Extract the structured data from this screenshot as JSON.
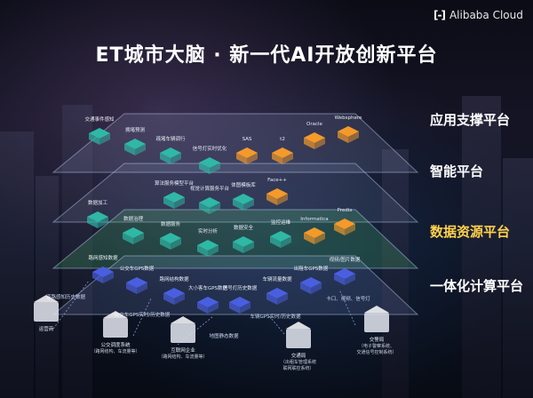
{
  "brand": {
    "logo_glyph": "[-]",
    "name": "Alibaba Cloud"
  },
  "title": "ET城市大脑 · 新一代AI开放创新平台",
  "layers": [
    {
      "label": "应用支撑平台",
      "highlight": false
    },
    {
      "label": "智能平台",
      "highlight": false
    },
    {
      "label": "数据资源平台",
      "highlight": true
    },
    {
      "label": "一体化计算平台",
      "highlight": false
    }
  ],
  "nodes": {
    "app": [
      "交通事件感知",
      "拥堵预测",
      "疏堵车辆调行",
      "信号灯实时优化",
      "SAS",
      "t2",
      "Oracle",
      "Websphere"
    ],
    "ai": [
      "算法服务模型平台",
      "视觉计算服务平台",
      "体图模板库",
      "Face++"
    ],
    "data": [
      "数据加工",
      "数据治理",
      "数据服务",
      "实时分析",
      "数据安全",
      "监控运维",
      "Informatica",
      "Predix"
    ],
    "compute": [
      "路网感知数据",
      "公交车GPS数据",
      "路网结构数据",
      "大小客车GPS数据",
      "信号灯历史数据",
      "车辆流量数据",
      "出租车GPS数据",
      "视频/图片数据"
    ]
  },
  "flows": [
    "道路感知历史数据",
    "公交车GPS实时/历史数据",
    "地图静态数据",
    "车辆GPS实时/历史数据",
    "卡口、视频、信号灯"
  ],
  "sources": [
    {
      "name": "运营商",
      "lines": []
    },
    {
      "name": "公交调度系统",
      "lines": [
        "（路网结构、车流量等）"
      ]
    },
    {
      "name": "互联网企业",
      "lines": [
        "（路网结构、车流量等）"
      ]
    },
    {
      "name": "交通局",
      "lines": [
        "（出租车管理系统",
        "联网联控系统）"
      ]
    },
    {
      "name": "交警局",
      "lines": [
        "（电子警察系统、",
        "交通信号控制系统）"
      ]
    }
  ],
  "colors": {
    "cube_teal": "#2fb8a6",
    "cube_orange": "#f49a2a",
    "cube_blue": "#4a5fe0",
    "highlight": "#ffd24a",
    "data_plane_tint": "#5adc7a"
  }
}
